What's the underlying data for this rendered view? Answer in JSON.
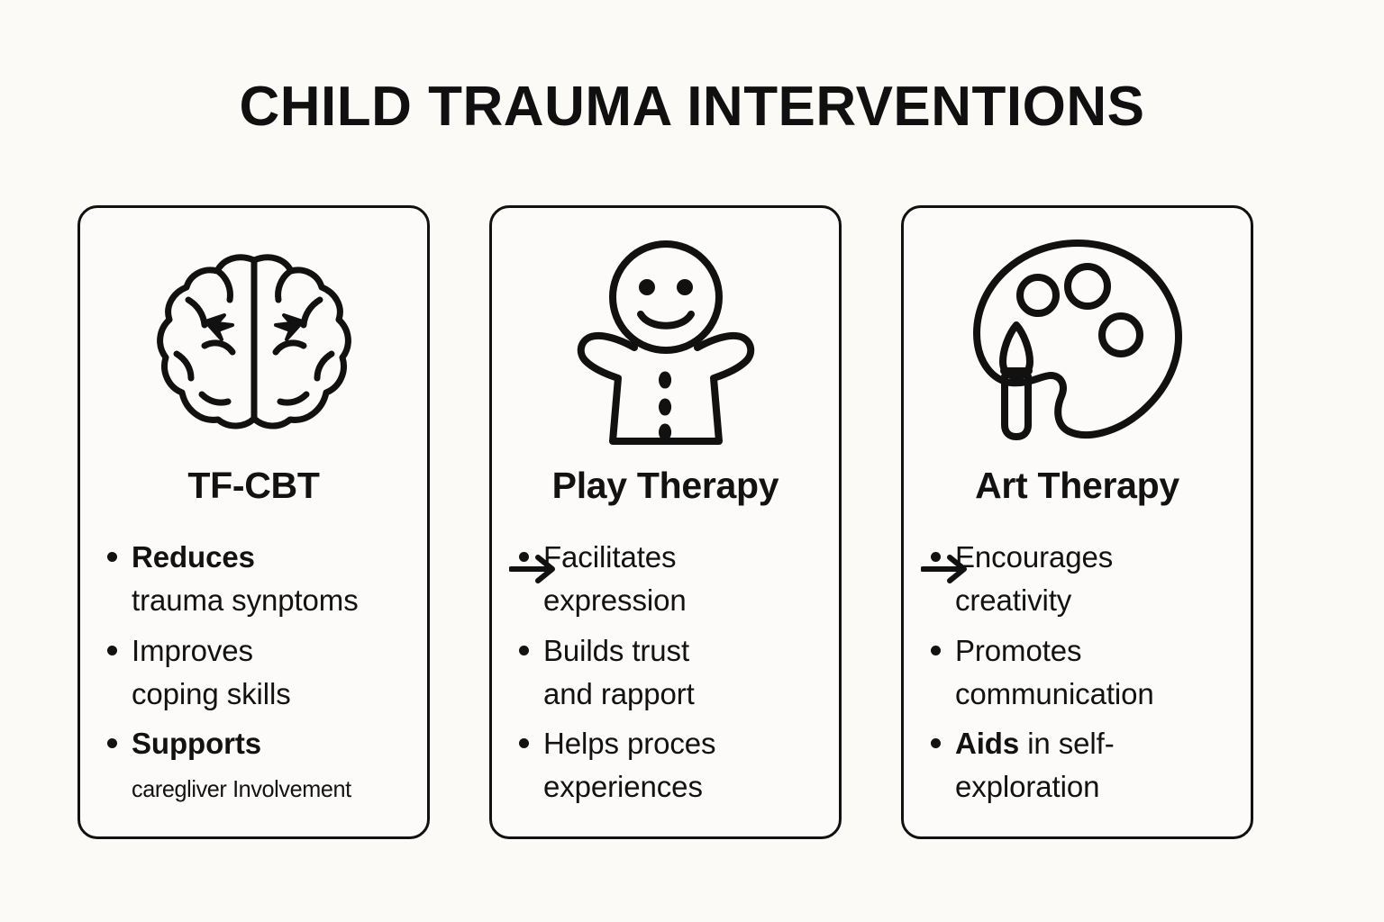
{
  "page": {
    "title": "CHILD TRAUMA INTERVENTIONS",
    "background_color": "#FBFAF7",
    "ink_color": "#111111"
  },
  "flow": {
    "connector_1": "arrow-right",
    "connector_2": "arrow-right"
  },
  "cards": [
    {
      "id": "tf-cbt",
      "heading": "TF-CBT",
      "icon": "brain-icon",
      "bullets": [
        {
          "lead": "Reduces",
          "lead_bold": true,
          "rest": "trauma synptoms",
          "rest_condensed": false
        },
        {
          "lead": "Improves",
          "lead_bold": false,
          "rest": "coping skills",
          "rest_condensed": false
        },
        {
          "lead": "Supports",
          "lead_bold": true,
          "rest": "caregliver Involvement",
          "rest_condensed": true
        }
      ]
    },
    {
      "id": "play-therapy",
      "heading": "Play Therapy",
      "icon": "puppet-figure-icon",
      "bullets": [
        {
          "lead": "Facilitates",
          "lead_bold": false,
          "rest": "expression",
          "rest_condensed": false
        },
        {
          "lead": "Builds trust",
          "lead_bold": false,
          "rest": "and rapport",
          "rest_condensed": false
        },
        {
          "lead": "Helps proces",
          "lead_bold": false,
          "rest": "experiences",
          "rest_condensed": false
        }
      ]
    },
    {
      "id": "art-therapy",
      "heading": "Art Therapy",
      "icon": "art-palette-icon",
      "bullets": [
        {
          "lead": "Encourages",
          "lead_bold": false,
          "rest": "creativity",
          "rest_condensed": false
        },
        {
          "lead": "Promotes",
          "lead_bold": false,
          "rest": "communication",
          "rest_condensed": false
        },
        {
          "lead": "Aids",
          "lead_bold": true,
          "rest": "in self-exploration",
          "rest_condensed": false
        }
      ]
    }
  ]
}
